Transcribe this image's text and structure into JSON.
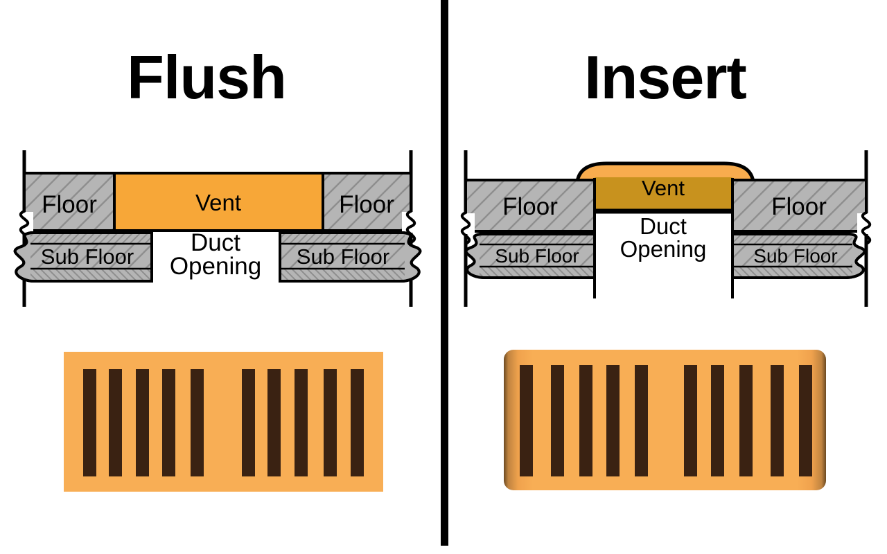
{
  "colors": {
    "page-bg": "#ffffff",
    "line-black": "#000000",
    "gray-fill": "#b5b5b5",
    "hatch-line": "#8e8e8e",
    "vent-orange": "#f7a738",
    "cap-orange": "#f8ac4e",
    "insert-gold": "#c8921e",
    "grille-orange": "#f8ae55",
    "grille-edge-dark": "#6b4a22",
    "slat-brown": "#3a2212"
  },
  "panels": [
    {
      "id": "flush",
      "title": "Flush",
      "labels": {
        "floor_left": "Floor",
        "vent": "Vent",
        "floor_right": "Floor",
        "subfloor_left": "Sub Floor",
        "duct_line1": "Duct",
        "duct_line2": "Opening",
        "subfloor_right": "Sub Floor"
      },
      "grille": {
        "slat_count": 10,
        "slat_groups": 2,
        "slats_per_group": 5
      }
    },
    {
      "id": "insert",
      "title": "Insert",
      "labels": {
        "floor_left": "Floor",
        "vent": "Vent",
        "floor_right": "Floor",
        "subfloor_left": "Sub Floor",
        "duct_line1": "Duct",
        "duct_line2": "Opening",
        "subfloor_right": "Sub Floor"
      },
      "grille": {
        "slat_count": 10,
        "slat_groups": 2,
        "slats_per_group": 5
      }
    }
  ]
}
